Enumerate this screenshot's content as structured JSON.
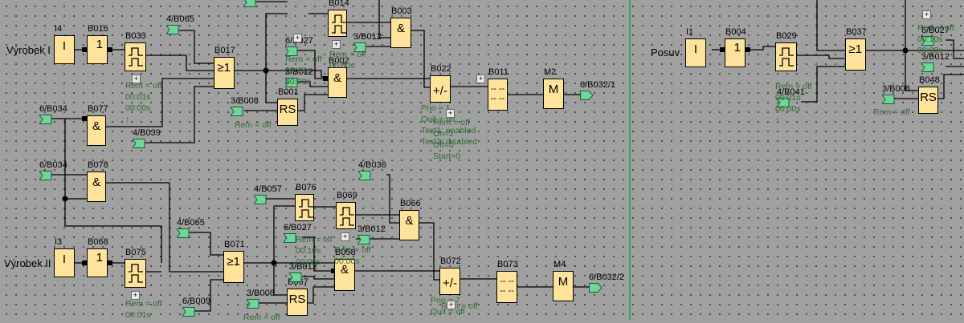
{
  "canvas": {
    "background": "#a0a0a0",
    "block_fill": "#ffe39a",
    "param_color": "#2f6b2f",
    "flag_color": "#6fd69a",
    "divider_color": "#3fa060"
  },
  "side_labels": {
    "vyrobek1": "Výrobek I",
    "vyrobek2": "Výrobek II",
    "posuv": "Posuv"
  },
  "blocks": {
    "I4": {
      "name": "I4",
      "glyph": "I"
    },
    "B016": {
      "name": "B016",
      "glyph": "1"
    },
    "B033": {
      "name": "B033",
      "glyph": "pulse"
    },
    "B017": {
      "name": "B017",
      "glyph": "≥1"
    },
    "B077": {
      "name": "B077",
      "glyph": "&"
    },
    "B078": {
      "name": "B078",
      "glyph": "&"
    },
    "B014": {
      "name": "B014",
      "glyph": "pulse"
    },
    "B003": {
      "name": "B003",
      "glyph": "&"
    },
    "B002": {
      "name": "B002",
      "glyph": "&"
    },
    "B001": {
      "name": "B001",
      "glyph": "RS"
    },
    "B022": {
      "name": "B022",
      "glyph": "+/-"
    },
    "B011": {
      "name": "B011",
      "glyph": "-- --"
    },
    "M2": {
      "name": "M2",
      "glyph": "M"
    },
    "I3": {
      "name": "I3",
      "glyph": "I"
    },
    "B068": {
      "name": "B068",
      "glyph": "1"
    },
    "B075": {
      "name": "B075",
      "glyph": "pulse"
    },
    "B071": {
      "name": "B071",
      "glyph": "≥1"
    },
    "B076": {
      "name": "B076",
      "glyph": "pulse"
    },
    "B069": {
      "name": "B069",
      "glyph": "pulse"
    },
    "B066": {
      "name": "B066",
      "glyph": "&"
    },
    "B058": {
      "name": "B058",
      "glyph": "&"
    },
    "B067": {
      "name": "B067",
      "glyph": "RS"
    },
    "B072": {
      "name": "B072",
      "glyph": "+/-"
    },
    "B073": {
      "name": "B073",
      "glyph": "-- --"
    },
    "M4": {
      "name": "M4",
      "glyph": "M"
    },
    "I1": {
      "name": "I1",
      "glyph": "I"
    },
    "B004": {
      "name": "B004",
      "glyph": "1"
    },
    "B029": {
      "name": "B029",
      "glyph": "pulse"
    },
    "B037": {
      "name": "B037",
      "glyph": "≥1"
    },
    "B048": {
      "name": "B048",
      "glyph": "RS"
    }
  },
  "connectors": {
    "c1": "4/B065",
    "c2": "6/B034",
    "c3": "4/B039",
    "c4": "6/B034",
    "c5": "4/B057",
    "c6": "6/B027",
    "c7": "3/B012",
    "c8": "3/B012",
    "c9": "3/B008",
    "c10": "6/B032/1",
    "c11": "4/B065",
    "c12": "6/B009",
    "c13": "4/B057",
    "c14": "6/B027",
    "c15": "3/B012",
    "c16": "3/B008",
    "c17": "4/B036",
    "c18": "3/B012",
    "c19": "6/B032/2",
    "c20": "4/B041",
    "c21": "6/B027",
    "c22": "3/B012",
    "c23": "3/B008"
  },
  "params": {
    "B033": [
      "Rem = off",
      "00:01s",
      "00:00s",
      "↑"
    ],
    "B001": [
      "Rem = off"
    ],
    "B076t": [
      "Rem = off",
      "00:10s",
      "00:00s"
    ],
    "B014": [
      "Rem = off",
      "00:00s"
    ],
    "B022": [
      "Prio = 1",
      "Quit = off",
      "Text1: enabled",
      "Text2: disabled"
    ],
    "B022b": [
      "Rem = off",
      "On=2",
      "Off=0",
      "Start=0"
    ],
    "B075": [
      "Rem = off",
      "00:01s"
    ],
    "B076": [
      "Rem = off",
      "00:10s",
      "00:00s"
    ],
    "B069": [
      "Rem = off",
      "00:00s"
    ],
    "B067": [
      "Rem = off"
    ],
    "B072": [
      "Prio = 7",
      "Quit = off"
    ],
    "B072b": [
      "Rem = off"
    ],
    "B029": [
      "Rem = off",
      "00:01s",
      "00:00s",
      "↑"
    ],
    "B048": [
      "Rem = off"
    ],
    "TR": [
      "Rem = off",
      "00:10s",
      "00:00s"
    ]
  }
}
